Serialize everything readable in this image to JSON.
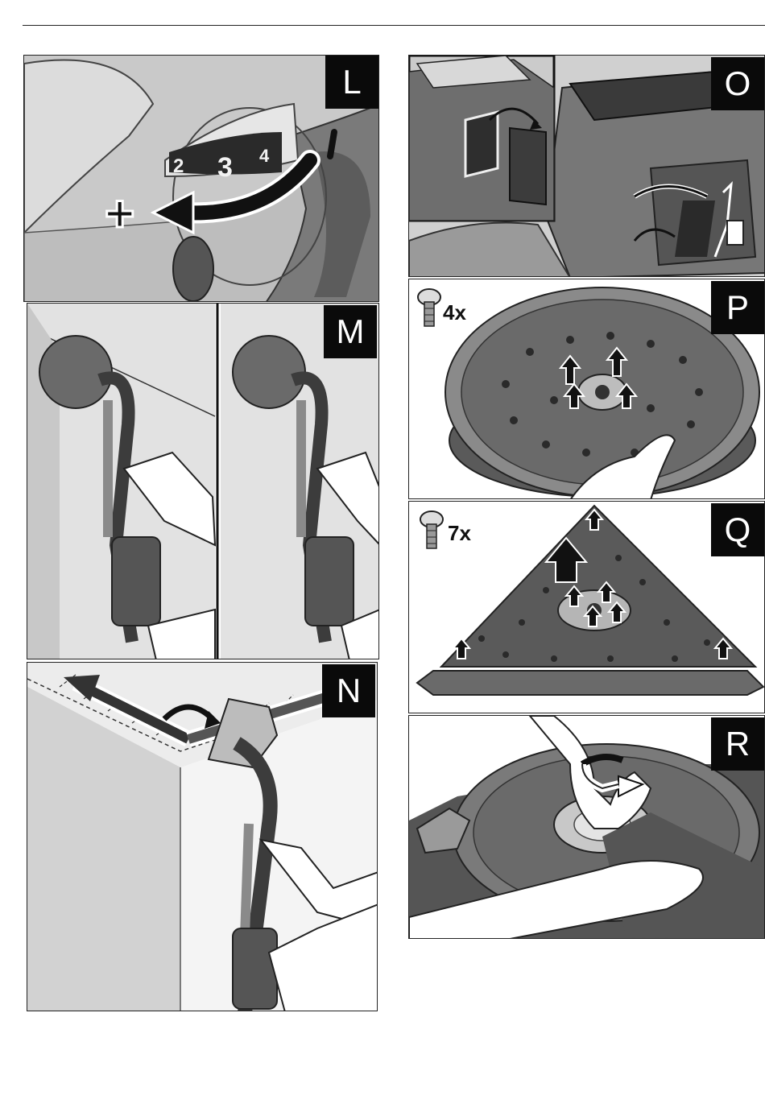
{
  "panels": {
    "L": {
      "label": "L",
      "dial_numbers": [
        "2",
        "3",
        "4"
      ],
      "symbol": "+"
    },
    "M": {
      "label": "M"
    },
    "N": {
      "label": "N"
    },
    "O": {
      "label": "O"
    },
    "P": {
      "label": "P",
      "screw_count": "4x"
    },
    "Q": {
      "label": "Q",
      "screw_count": "7x"
    },
    "R": {
      "label": "R"
    }
  },
  "colors": {
    "label_bg": "#0a0a0a",
    "label_fg": "#ffffff",
    "panel_bg": "#d6d6d6"
  },
  "icons": [
    "torx-screw-icon",
    "arrow-icon",
    "rotate-arrow-icon"
  ]
}
